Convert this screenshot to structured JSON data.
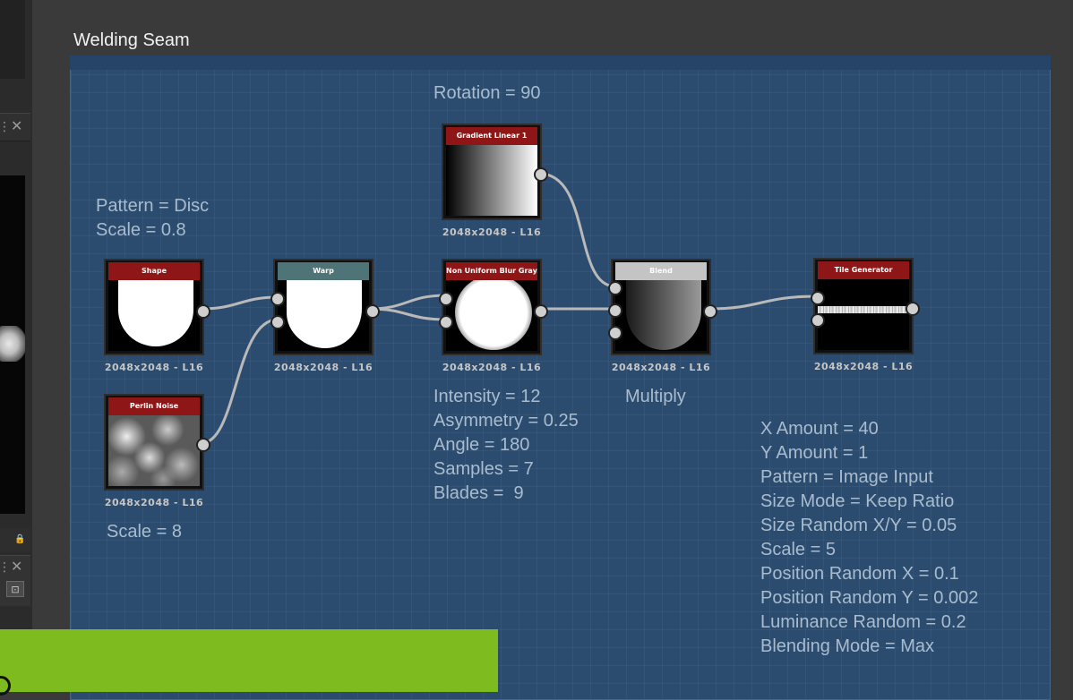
{
  "frame": {
    "title": "Welding Seam"
  },
  "annotations": {
    "rotation": "Rotation = 90",
    "shape_params": [
      "Pattern = Disc",
      "Scale = 0.8"
    ],
    "perlin_params": [
      "Scale = 8"
    ],
    "blur_params": [
      "Intensity = 12",
      "Asymmetry = 0.25",
      "Angle = 180",
      "Samples = 7",
      "Blades =  9"
    ],
    "blend_params": [
      "Multiply"
    ],
    "tile_params": [
      "X Amount = 40",
      "Y Amount = 1",
      "Pattern = Image Input",
      "Size Mode = Keep Ratio",
      "Size Random X/Y = 0.05",
      "Scale = 5",
      "Position Random X = 0.1",
      "Position Random Y = 0.002",
      "Luminance Random = 0.2",
      "Blending Mode = Max"
    ]
  },
  "nodes": {
    "shape": {
      "title": "Shape",
      "resolution": "2048x2048 - L16",
      "header_color": "#8f1616"
    },
    "perlin": {
      "title": "Perlin Noise",
      "resolution": "2048x2048 - L16",
      "header_color": "#8f1616"
    },
    "warp": {
      "title": "Warp",
      "resolution": "2048x2048 - L16",
      "header_color": "#4f7478"
    },
    "gradient": {
      "title": "Gradient Linear 1",
      "resolution": "2048x2048 - L16",
      "header_color": "#8f1616"
    },
    "blur": {
      "title": "Non Uniform Blur Gray...",
      "resolution": "2048x2048 - L16",
      "header_color": "#8f1616"
    },
    "blend": {
      "title": "Blend",
      "resolution": "2048x2048 - L16",
      "header_color": "#c4c4c4"
    },
    "tile": {
      "title": "Tile Generator",
      "resolution": "2048x2048 - L16",
      "header_color": "#8f1616"
    }
  },
  "left_panel": {
    "close_icon": "close-icon",
    "lock_icon": "lock-icon",
    "view_icon": "view-icon"
  },
  "colors": {
    "frame_bg": "#2c4c6f",
    "node_header": "#8f1616",
    "overlay_green": "#7dbb1f"
  }
}
